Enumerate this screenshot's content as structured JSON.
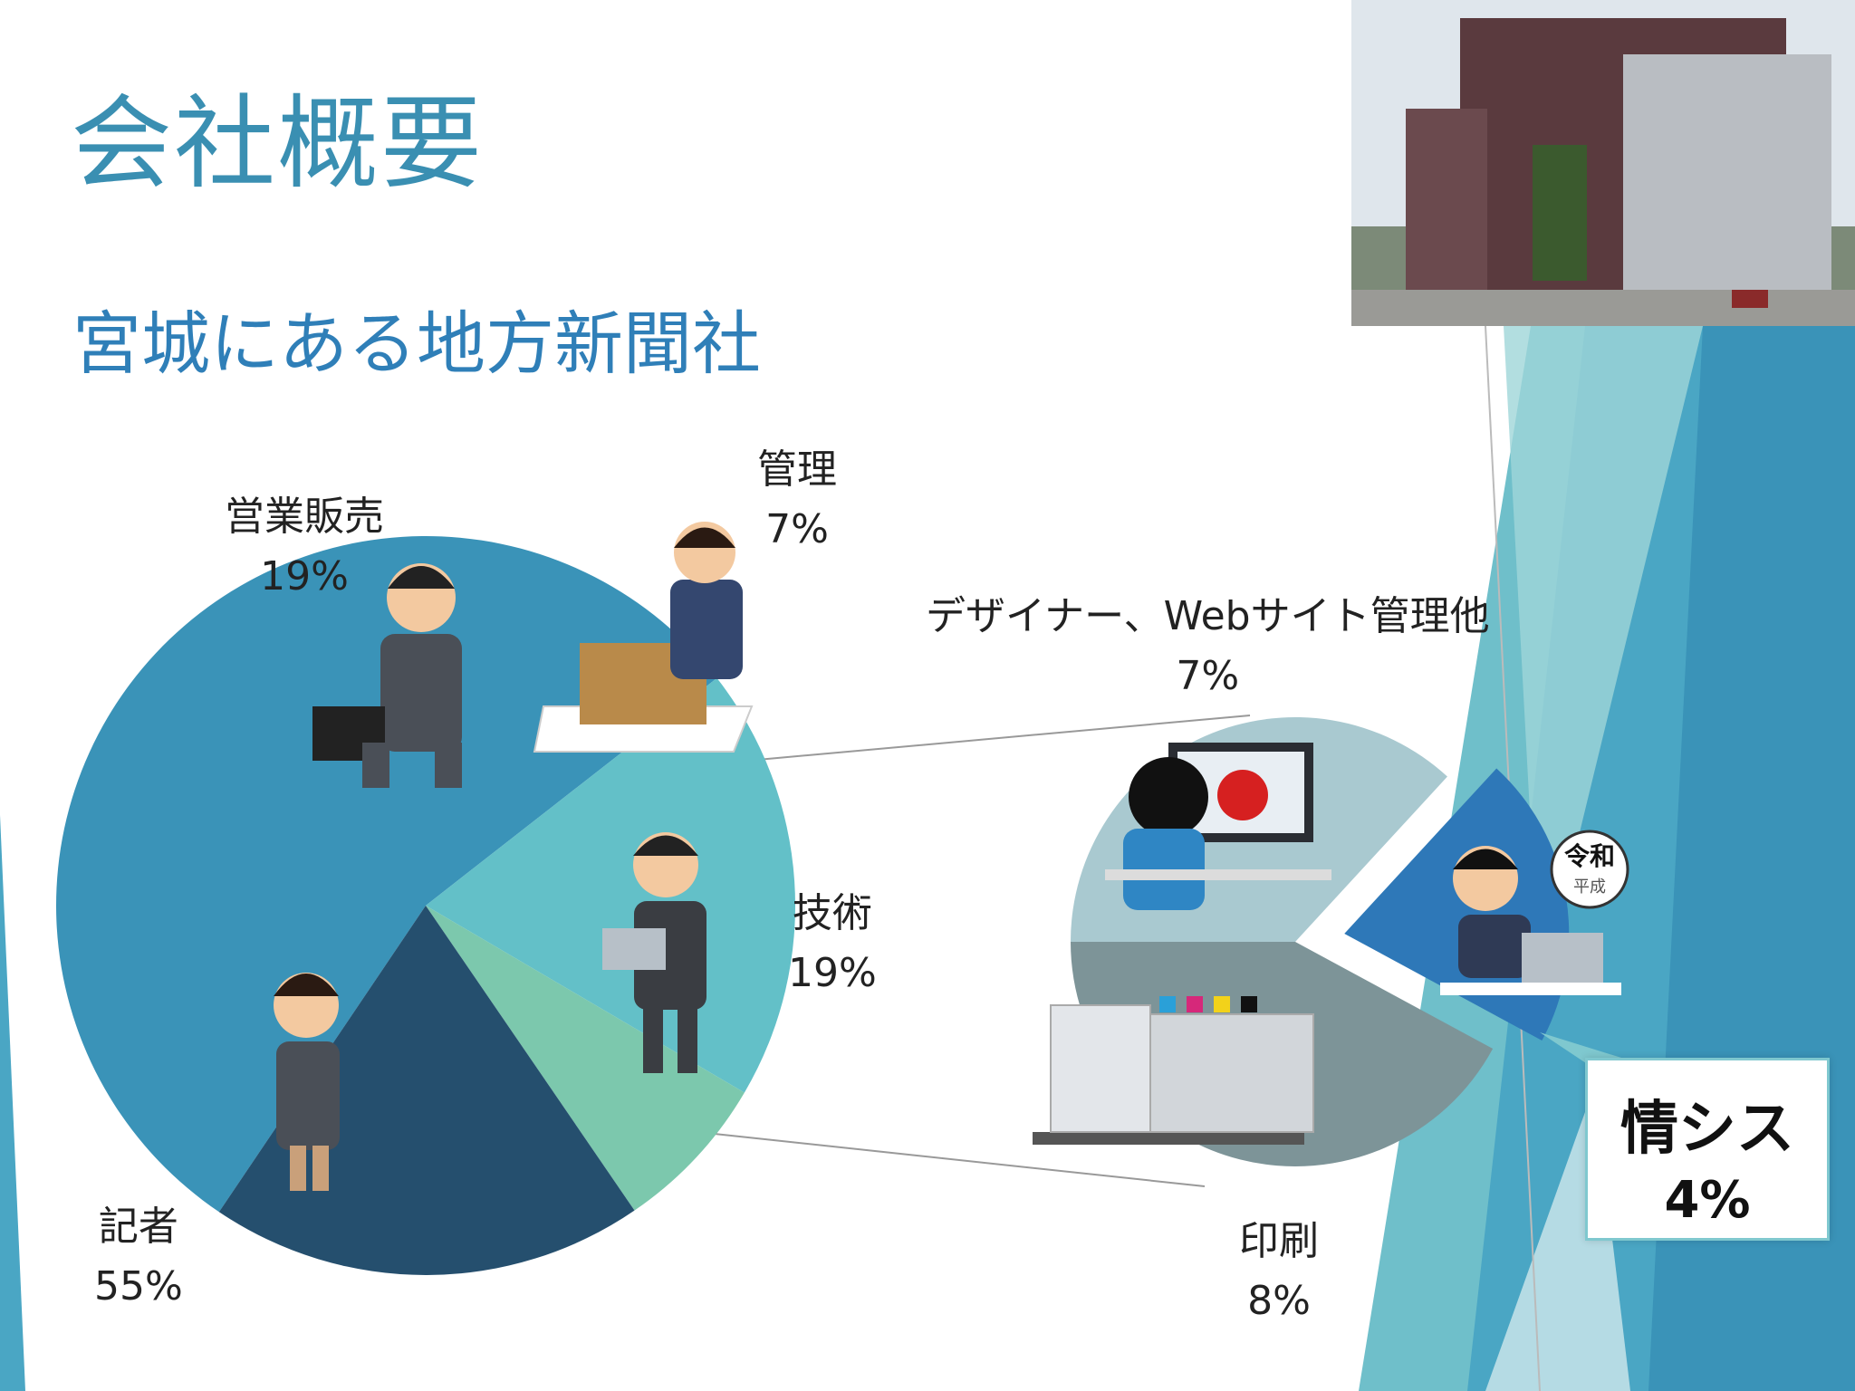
{
  "title": "会社概要",
  "subtitle": "宮城にある地方新聞社",
  "chart_data": [
    {
      "type": "pie",
      "slices": [
        {
          "label": "記者",
          "value": 55,
          "value_label": "55%",
          "color": "#3a93b8"
        },
        {
          "label": "営業販売",
          "value": 19,
          "value_label": "19%",
          "color": "#63c0c8"
        },
        {
          "label": "管理",
          "value": 7,
          "value_label": "7%",
          "color": "#7cc8ad"
        },
        {
          "label": "技術",
          "value": 19,
          "value_label": "19%",
          "color": "#254f6e"
        }
      ]
    },
    {
      "type": "pie",
      "slices": [
        {
          "label": "デザイナー、Webサイト管理他",
          "value": 7,
          "value_label": "7%",
          "color": "#a9c9d0"
        },
        {
          "label": "情シス",
          "value": 4,
          "value_label": "4%",
          "color": "#2e78b8"
        },
        {
          "label": "印刷",
          "value": 8,
          "value_label": "8%",
          "color": "#7d9498"
        }
      ]
    }
  ],
  "callout": {
    "name": "情シス",
    "percent": "4%"
  },
  "icons": [
    "building-photo",
    "salesman-illustration",
    "clerk-illustration",
    "engineer-illustration",
    "reporter-illustration",
    "designer-illustration",
    "sysadmin-illustration",
    "reiwa-badge",
    "printing-press-illustration"
  ]
}
